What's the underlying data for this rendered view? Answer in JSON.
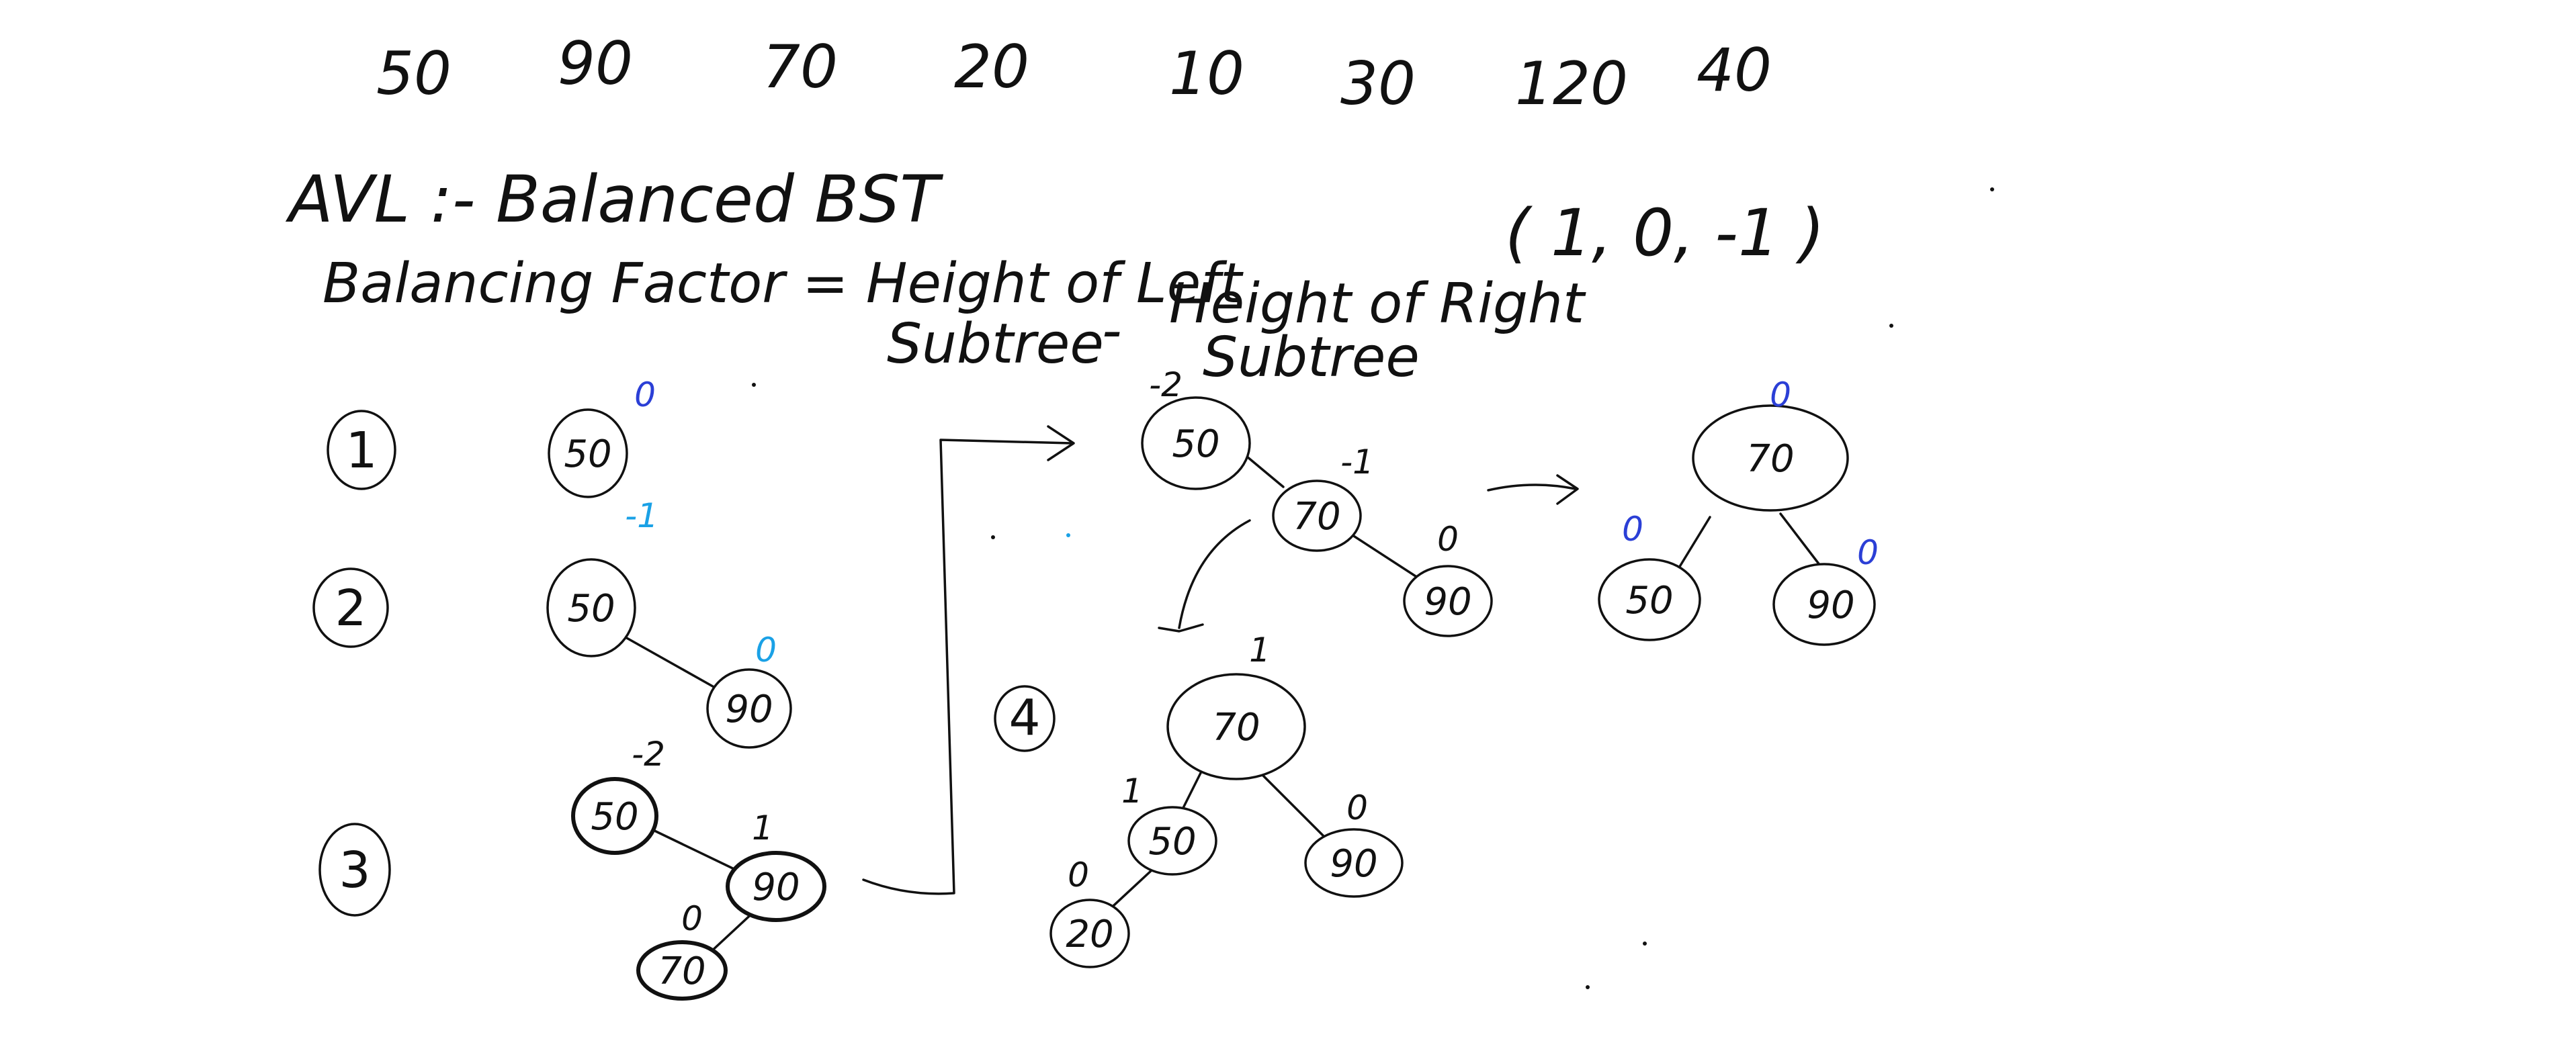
{
  "colors": {
    "ink": "#111111",
    "blue": "#2b3fd6",
    "cyan": "#1aa1e6",
    "background": "#ffffff"
  },
  "sequence": [
    "50",
    "90",
    "70",
    "20",
    "10",
    "30",
    "120",
    "40"
  ],
  "heading": "AVL :- Balanced BST",
  "formula": {
    "left": "Balancing Factor = Height of Left",
    "left_2": "Subtree",
    "minus": "-",
    "right": "Height of Right",
    "right_2": "Subtree",
    "range": "( 1, 0, -1 )"
  },
  "steps": [
    "1",
    "2",
    "3",
    "4"
  ],
  "nodes": {
    "s1_root": "50",
    "s1_root_bf": "0",
    "s2_root": "50",
    "s2_root_bf": "-1",
    "s2_right": "90",
    "s2_right_bf": "0",
    "s3_root": "50",
    "s3_root_bf": "-2",
    "s3_right": "90",
    "s3_right_bf": "1",
    "s3_rl": "70",
    "s3_rl_bf": "0",
    "r_root": "50",
    "r_root_bf": "-2",
    "r_mid": "70",
    "r_mid_bf": "-1",
    "r_leaf": "90",
    "r_leaf_bf": "0",
    "b_root": "70",
    "b_root_bf": "0",
    "b_left": "50",
    "b_left_bf": "0",
    "b_right": "90",
    "b_right_bf": "0",
    "s4_root": "70",
    "s4_root_bf": "1",
    "s4_left": "50",
    "s4_left_bf": "1",
    "s4_right": "90",
    "s4_right_bf": "0",
    "s4_ll": "20",
    "s4_ll_bf": "0"
  }
}
